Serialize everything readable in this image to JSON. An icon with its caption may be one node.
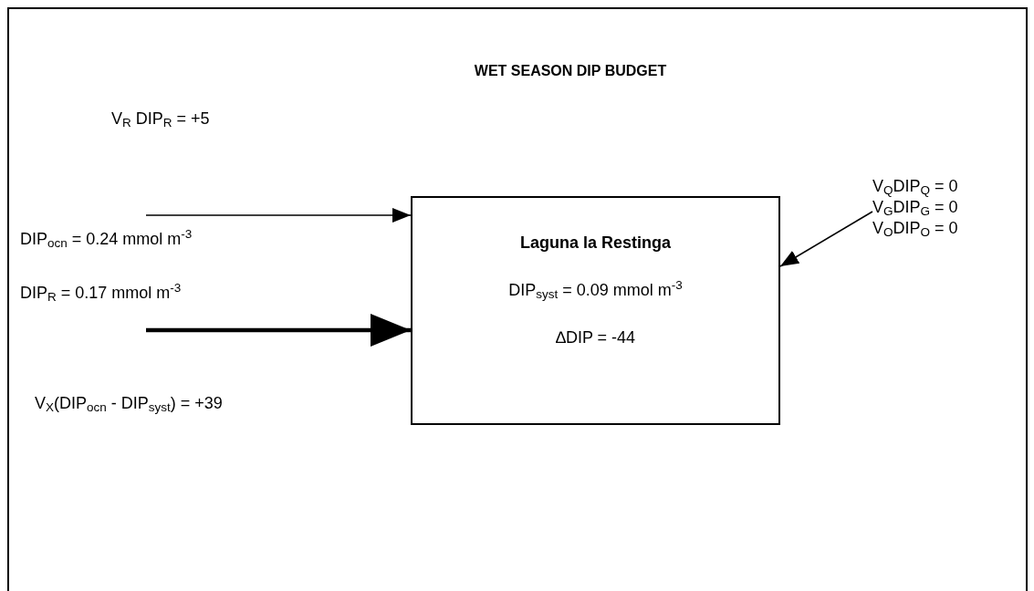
{
  "diagram": {
    "title": "WET SEASON DIP BUDGET",
    "nodes": [
      {
        "text": [
          "Laguna la Restinga",
          "DIP$_{syst}$ = 0.09 mmol m$^{-3}$",
          "∆DIP = -44"
        ]
      },
      {
        "text": [
          "V$_{Q}$DIP$_{Q}$ = 0",
          "V$_{G}$DIP$_{G}$ = 0",
          "V$_{O}$DIP$_{O}$ = 0"
        ]
      }
    ],
    "edges": [
      {
        "from": null,
        "to": 0,
        "arrow": "to"
      },
      {
        "from": null,
        "to": 0,
        "arrow": "to",
        "style": "thick"
      },
      {
        "from": 1,
        "to": 0,
        "arrow": "to"
      }
    ],
    "labels": [
      "V$_{R}$ DIP$_{R}$ = +5",
      "DIP$_{ocn}$ = 0.24 mmol m$^{-3}$",
      "DIP$_{R}$ = 0.17 mmol m$^{-3}$",
      "V$_{X}$(DIP$_{ocn}$ - DIP$_{syst}$) = +39"
    ]
  }
}
